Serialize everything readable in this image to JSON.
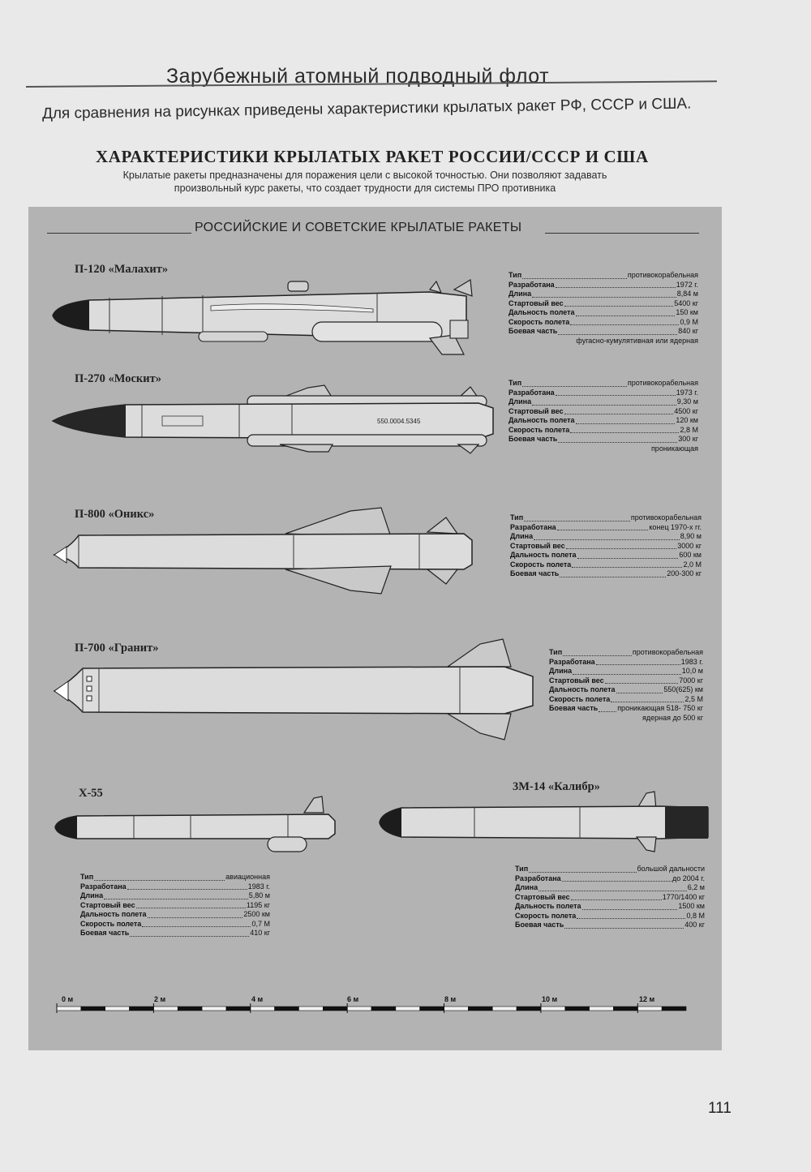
{
  "header": {
    "title": "Зарубежный атомный подводный флот"
  },
  "intro": "Для сравнения на рисунках приведены характеристики крылатых ракет РФ, СССР и США.",
  "main_title": "ХАРАКТЕРИСТИКИ КРЫЛАТЫХ РАКЕТ РОССИИ/СССР И США",
  "subtitle_line1": "Крылатые ракеты предназначены для поражения цели с высокой точностью. Они позволяют задавать",
  "subtitle_line2": "произвольный курс ракеты, что создает трудности для системы ПРО противника",
  "section_title": "РОССИЙСКИЕ И СОВЕТСКИЕ КРЫЛАТЫЕ РАКЕТЫ",
  "missiles": [
    {
      "name": "П-120 «Малахит»",
      "specs": [
        {
          "label": "Тип",
          "value": "противокорабельная"
        },
        {
          "label": "Разработана",
          "value": "1972 г."
        },
        {
          "label": "Длина",
          "value": "8,84 м"
        },
        {
          "label": "Стартовый вес",
          "value": "5400 кг"
        },
        {
          "label": "Дальность полета",
          "value": "150 км"
        },
        {
          "label": "Скорость полета",
          "value": "0,9 М"
        },
        {
          "label": "Боевая часть",
          "value": "840 кг"
        }
      ],
      "note": "фугасно-кумулятивная или ядерная"
    },
    {
      "name": "П-270 «Москит»",
      "marking": "550.0004.5345",
      "specs": [
        {
          "label": "Тип",
          "value": "противокорабельная"
        },
        {
          "label": "Разработана",
          "value": "1973 г."
        },
        {
          "label": "Длина",
          "value": "9,30 м"
        },
        {
          "label": "Стартовый вес",
          "value": "4500 кг"
        },
        {
          "label": "Дальность полета",
          "value": "120 км"
        },
        {
          "label": "Скорость полета",
          "value": "2,8 М"
        },
        {
          "label": "Боевая часть",
          "value": "300 кг"
        }
      ],
      "note": "проникающая"
    },
    {
      "name": "П-800 «Оникс»",
      "specs": [
        {
          "label": "Тип",
          "value": "противокорабельная"
        },
        {
          "label": "Разработана",
          "value": "конец 1970-х гг."
        },
        {
          "label": "Длина",
          "value": "8,90 м"
        },
        {
          "label": "Стартовый вес",
          "value": "3000 кг"
        },
        {
          "label": "Дальность полета",
          "value": "600 км"
        },
        {
          "label": "Скорость полета",
          "value": "2,0 М"
        },
        {
          "label": "Боевая часть",
          "value": "200-300 кг"
        }
      ]
    },
    {
      "name": "П-700 «Гранит»",
      "specs": [
        {
          "label": "Тип",
          "value": "противокорабельная"
        },
        {
          "label": "Разработана",
          "value": "1983 г."
        },
        {
          "label": "Длина",
          "value": "10,0 м"
        },
        {
          "label": "Стартовый вес",
          "value": "7000 кг"
        },
        {
          "label": "Дальность полета",
          "value": "550(625) км"
        },
        {
          "label": "Скорость полета",
          "value": "2,5 М"
        },
        {
          "label": "Боевая часть",
          "value": "проникающая 518- 750 кг"
        }
      ],
      "note": "ядерная до 500 кг"
    },
    {
      "name": "Х-55",
      "specs": [
        {
          "label": "Тип",
          "value": "авиационная"
        },
        {
          "label": "Разработана",
          "value": "1983 г."
        },
        {
          "label": "Длина",
          "value": "5,80 м"
        },
        {
          "label": "Стартовый вес",
          "value": "1195 кг"
        },
        {
          "label": "Дальность полета",
          "value": "2500 км"
        },
        {
          "label": "Скорость полета",
          "value": "0,7 М"
        },
        {
          "label": "Боевая часть",
          "value": "410 кг"
        }
      ]
    },
    {
      "name": "3М-14 «Калибр»",
      "specs": [
        {
          "label": "Тип",
          "value": "большой дальности"
        },
        {
          "label": "Разработана",
          "value": "до 2004 г."
        },
        {
          "label": "Длина",
          "value": "6,2 м"
        },
        {
          "label": "Стартовый вес",
          "value": "1770/1400 кг"
        },
        {
          "label": "Дальность полета",
          "value": "1500 км"
        },
        {
          "label": "Скорость полета",
          "value": "0,8 М"
        },
        {
          "label": "Боевая часть",
          "value": "400 кг"
        }
      ]
    }
  ],
  "scale": {
    "labels": [
      "0 м",
      "2 м",
      "4 м",
      "6 м",
      "8 м",
      "10 м",
      "12 м"
    ],
    "segments": 26
  },
  "page_number": "111"
}
